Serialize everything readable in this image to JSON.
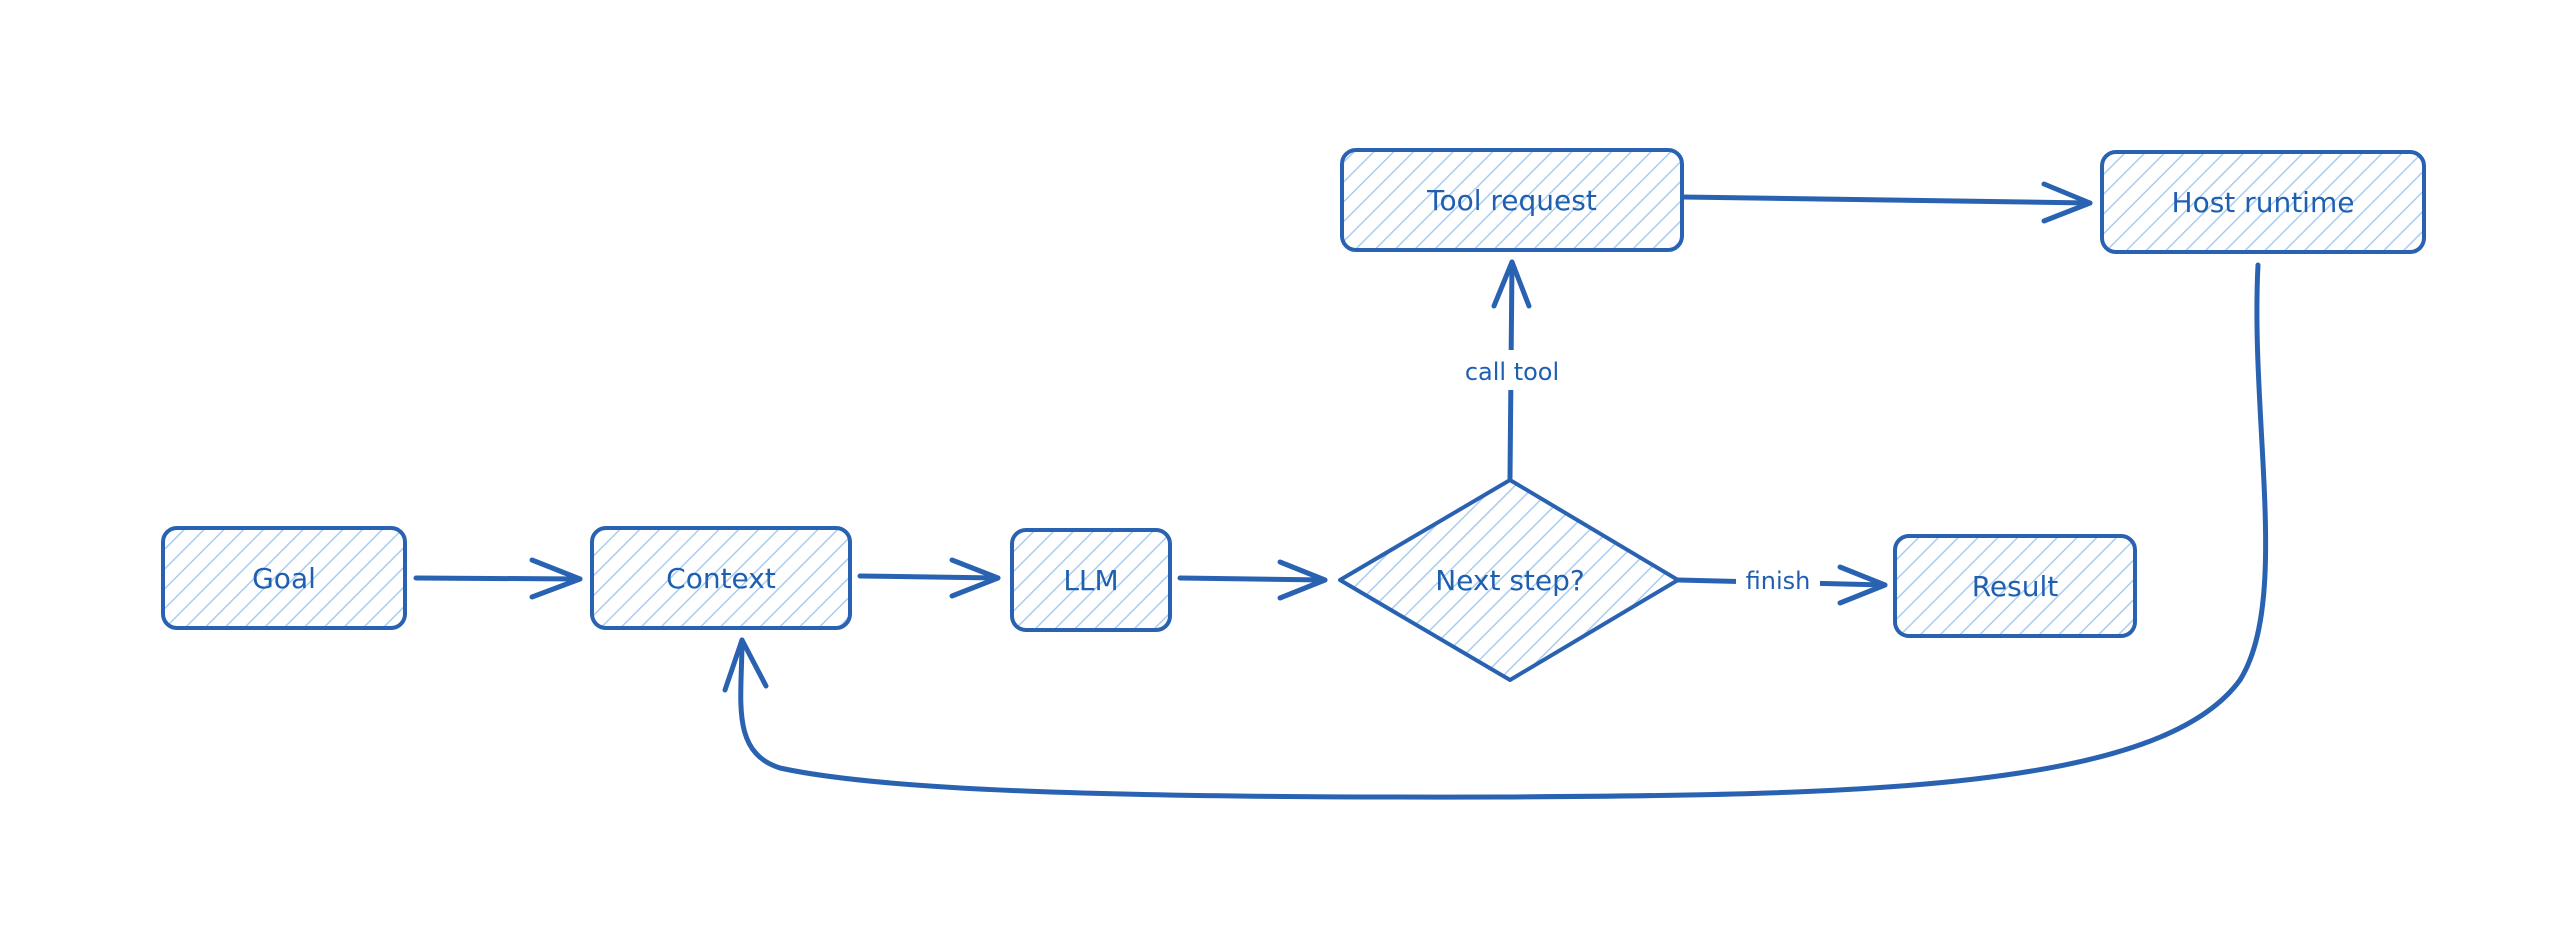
{
  "colors": {
    "stroke": "#2a62b2",
    "hatch": "#a9cdf0",
    "background": "#ffffff"
  },
  "nodes": {
    "goal": "Goal",
    "context": "Context",
    "llm": "LLM",
    "next_step": "Next step?",
    "result": "Result",
    "tool_request": "Tool request",
    "host_runtime": "Host runtime"
  },
  "edges": {
    "call_tool": "call tool",
    "finish": "finish"
  }
}
